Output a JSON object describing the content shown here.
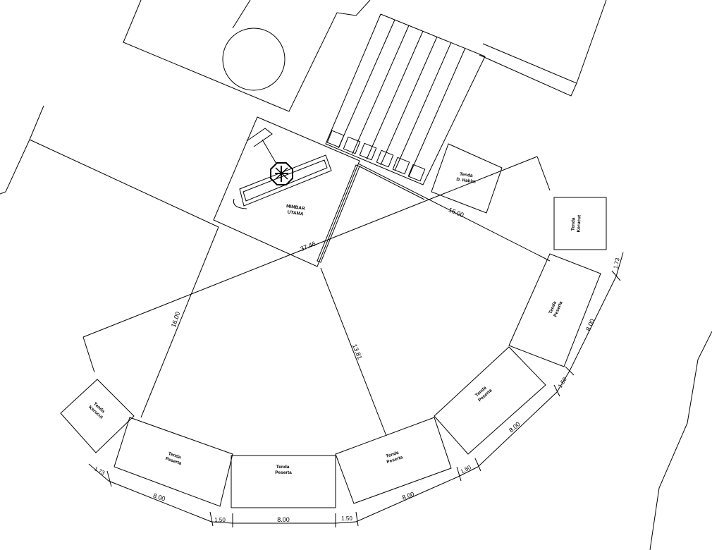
{
  "mimbar": {
    "line1": "MIMBAR",
    "line2": "UTAMA"
  },
  "tents": {
    "hakim": {
      "line1": "Tenda",
      "line2": "D. Hakim"
    },
    "kerucut_right": {
      "line1": "Tenda",
      "line2": "Kerucut"
    },
    "kerucut_left": {
      "line1": "Tenda",
      "line2": "Kerucut"
    },
    "peserta_1": {
      "line1": "Tenda",
      "line2": "Peserta"
    },
    "peserta_2": {
      "line1": "Tenda",
      "line2": "Peserta"
    },
    "peserta_3": {
      "line1": "Tenda",
      "line2": "Peserta"
    },
    "peserta_4": {
      "line1": "Tenda",
      "line2": "Peserta"
    },
    "peserta_5": {
      "line1": "Tenda",
      "line2": "Peserta"
    }
  },
  "dimensions": {
    "radius_left": "16.00",
    "radius_top_right": "16.00",
    "chord": "37.46",
    "center_radius": "13.81",
    "tent_left": "8.00",
    "gap_left": "1.50",
    "tent_center": "8.00",
    "gap_center_right": "1.50",
    "tent_right_lower": "8.00",
    "gap_right_lower": "1.50",
    "tent_right_mid": "8.00",
    "gap_right_mid": "1.50",
    "tent_right_upper": "8.00",
    "kerucut_left": "1.73",
    "kerucut_right": "1.73"
  }
}
